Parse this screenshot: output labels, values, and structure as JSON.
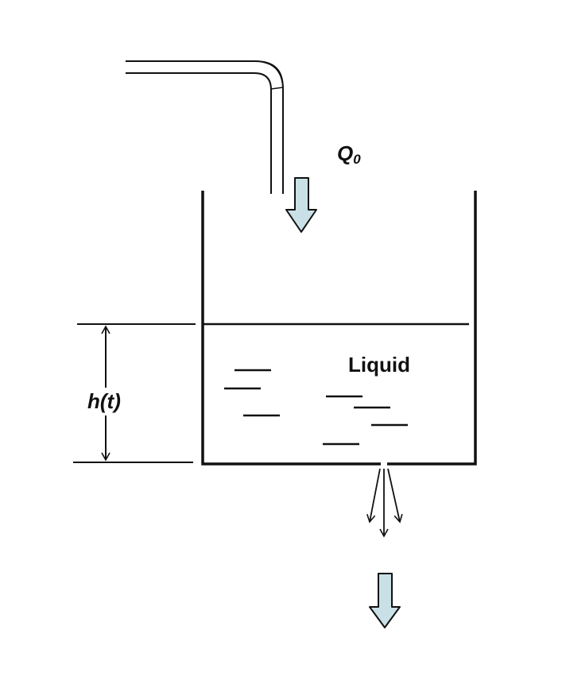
{
  "labels": {
    "inflow_symbol": "Q",
    "inflow_subscript": "0",
    "contents": "Liquid",
    "level": "h(t)"
  },
  "colors": {
    "arrow_fill": "#c9e1e6",
    "stroke": "#111111",
    "background": "#ffffff"
  },
  "icons": {
    "inflow_arrow": "block-arrow-down",
    "outflow_arrow": "block-arrow-down",
    "jet_arrows": "thin-arrows-down",
    "dimension_arrow": "double-headed-arrow-vertical"
  }
}
